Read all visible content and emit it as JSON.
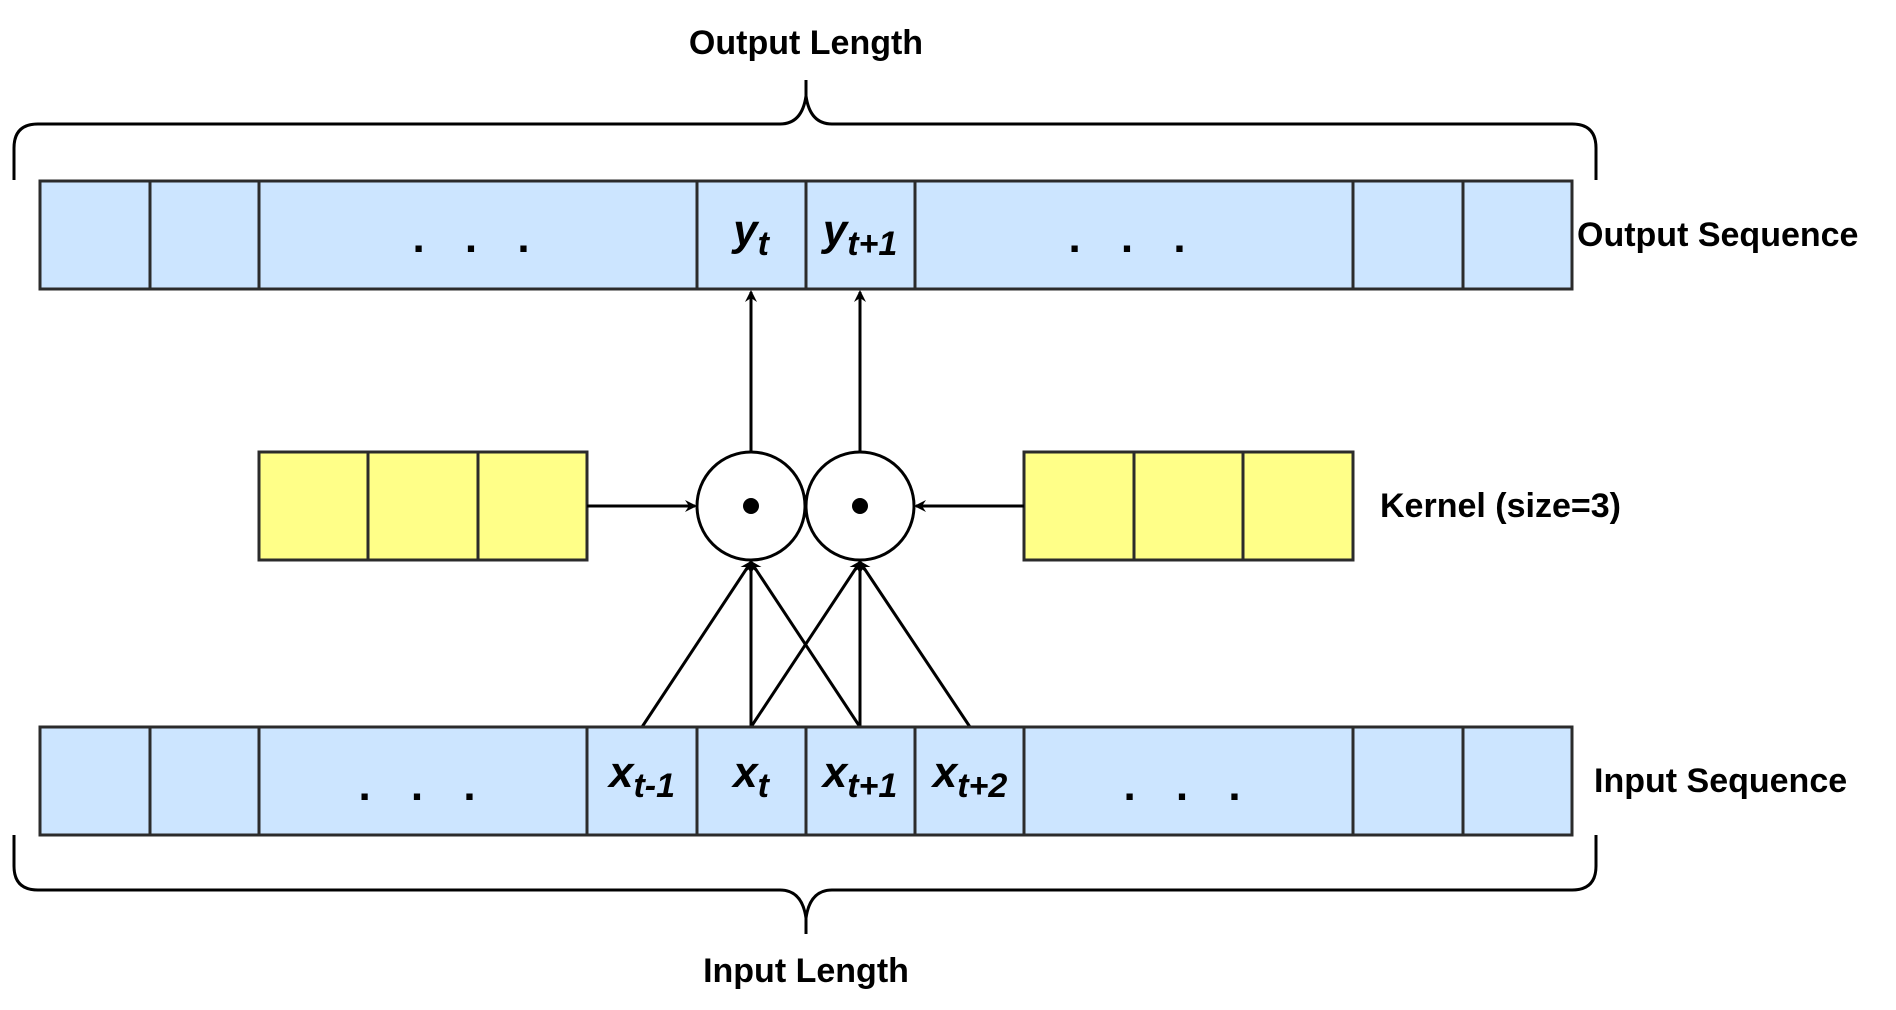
{
  "labels": {
    "output_length": "Output Length",
    "input_length": "Input Length",
    "output_sequence": "Output Sequence",
    "input_sequence": "Input Sequence",
    "kernel": "Kernel (size=3)"
  },
  "ellipsis": ". . .",
  "output_cells": [
    {
      "base": "y",
      "sub": "t"
    },
    {
      "base": "y",
      "sub": "t+1"
    }
  ],
  "input_cells": [
    {
      "base": "x",
      "sub": "t-1"
    },
    {
      "base": "x",
      "sub": "t"
    },
    {
      "base": "x",
      "sub": "t+1"
    },
    {
      "base": "x",
      "sub": "t+2"
    }
  ],
  "colors": {
    "sequence_cell": "#cce5ff",
    "kernel_cell": "#ffff88"
  }
}
